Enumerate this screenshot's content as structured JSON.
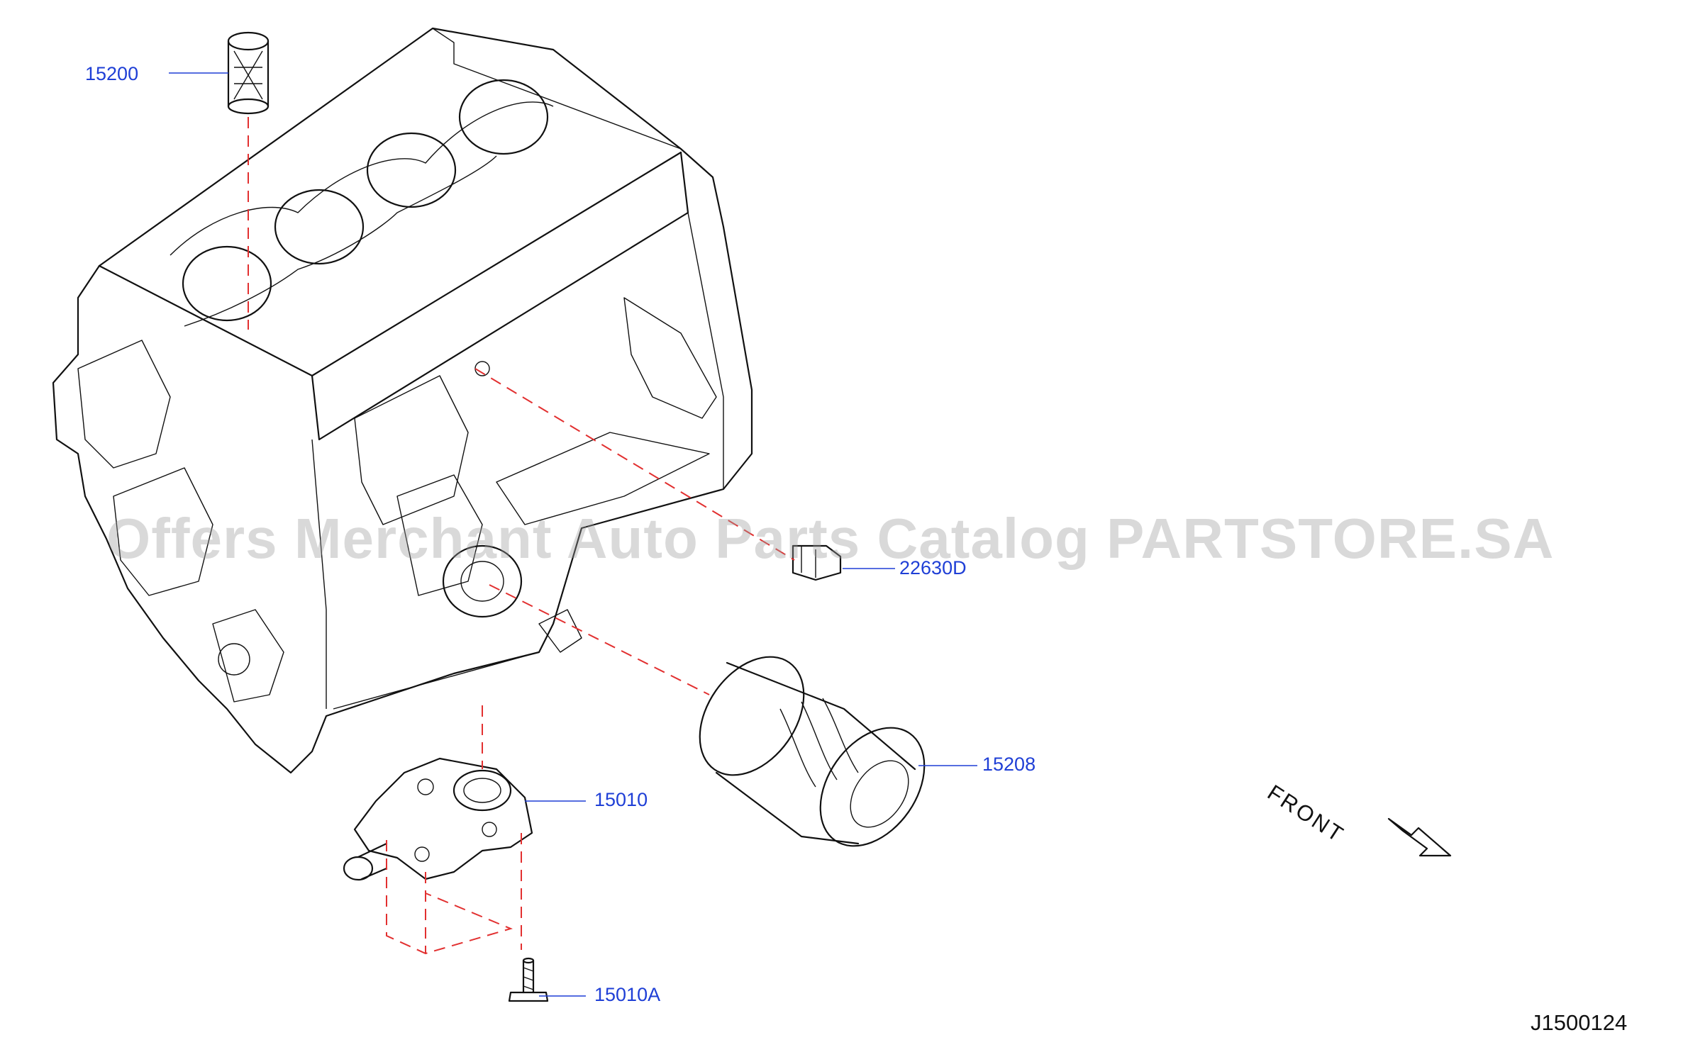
{
  "callouts": [
    {
      "label": "15200"
    },
    {
      "label": "22630D"
    },
    {
      "label": "15208"
    },
    {
      "label": "15010"
    },
    {
      "label": "15010A"
    }
  ],
  "front_label": "FRONT",
  "diagram_id": "J1500124",
  "watermark": "Offers Merchant Auto Parts Catalog PARTSTORE.SA",
  "colors": {
    "callout_text": "#1f3fd6",
    "leader_line": "#1f3fd6",
    "assembly_dash": "#e23030",
    "line_art": "#111111",
    "watermark": "#9e9e9e"
  },
  "icons": [
    "front-direction-arrow-icon"
  ]
}
